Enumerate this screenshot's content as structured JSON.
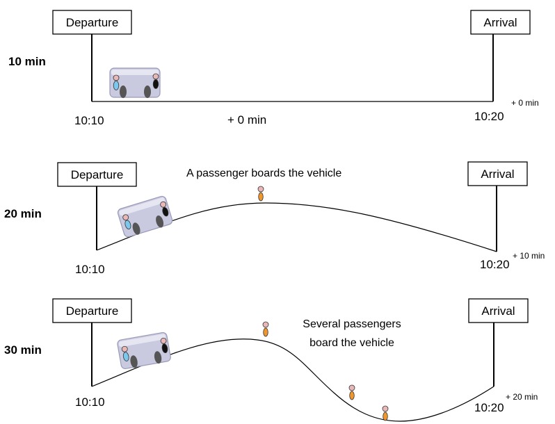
{
  "panels": [
    {
      "duration": "10 min",
      "departure_label": "Departure",
      "arrival_label": "Arrival",
      "departure_time": "10:10",
      "arrival_time": "10:20",
      "arrival_delay": "+ 0 min",
      "mid_label": "+ 0 min"
    },
    {
      "duration": "20 min",
      "departure_label": "Departure",
      "arrival_label": "Arrival",
      "departure_time": "10:10",
      "arrival_time": "10:20",
      "arrival_delay": "+ 10 min",
      "note_lines": [
        "A passenger boards the vehicle"
      ]
    },
    {
      "duration": "30 min",
      "departure_label": "Departure",
      "arrival_label": "Arrival",
      "departure_time": "10:10",
      "arrival_time": "10:20",
      "arrival_delay": "+ 20 min",
      "note_lines": [
        "Several passengers",
        "board the vehicle"
      ]
    }
  ],
  "colors": {
    "vehicle_body": "#c9c9e0",
    "vehicle_window": "#e6e6f2",
    "passenger_waiting": "#f0962e",
    "passenger_head": "#e8b8b8",
    "passenger_blue": "#7cc8ec",
    "wheel": "#555555"
  }
}
